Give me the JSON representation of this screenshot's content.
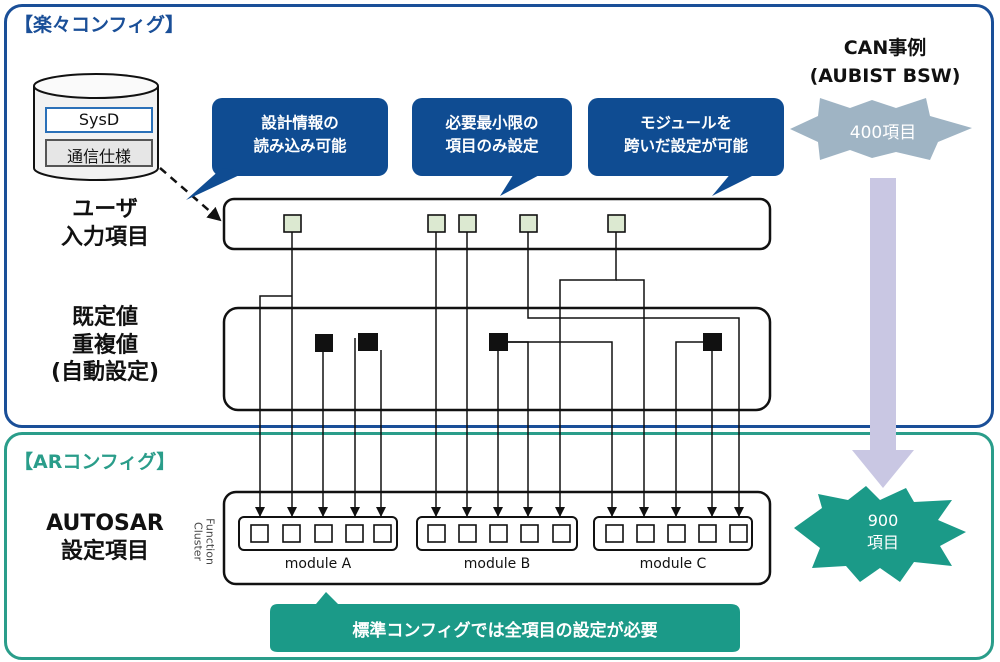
{
  "top_header": "【楽々コンフィグ】",
  "bottom_header": "【ARコンフィグ】",
  "database": {
    "label1": "SysD",
    "label2": "通信仕様"
  },
  "row_labels": {
    "user_line1": "ユーザ",
    "user_line2": "入力項目",
    "default_line1": "既定値",
    "default_line2": "重複値",
    "default_line3": "(自動設定)",
    "autosar_line1": "AUTOSAR",
    "autosar_line2": "設定項目"
  },
  "callouts": [
    {
      "line1": "設計情報の",
      "line2": "読み込み可能"
    },
    {
      "line1": "必要最小限の",
      "line2": "項目のみ設定"
    },
    {
      "line1": "モジュールを",
      "line2": "跨いだ設定が可能"
    }
  ],
  "can_case": {
    "line1": "CAN事例",
    "line2": "(AUBIST BSW)"
  },
  "badge_top": "400項目",
  "badge_bottom": {
    "line1": "900",
    "line2": "項目"
  },
  "function_cluster": {
    "line1": "Function",
    "line2": "Cluster"
  },
  "modules": [
    "module A",
    "module B",
    "module C"
  ],
  "banner": "標準コンフィグでは全項目の設定が必要",
  "colors": {
    "top_border": "#1a4f98",
    "bottom_border": "#2a9d8a",
    "callout_fill": "#0f4c92",
    "badge_top_fill": "#9fb4c4",
    "badge_bottom_fill": "#1b9a88",
    "arrow_fill": "#c9c7e3",
    "user_square_fill": "#dce9d1"
  }
}
